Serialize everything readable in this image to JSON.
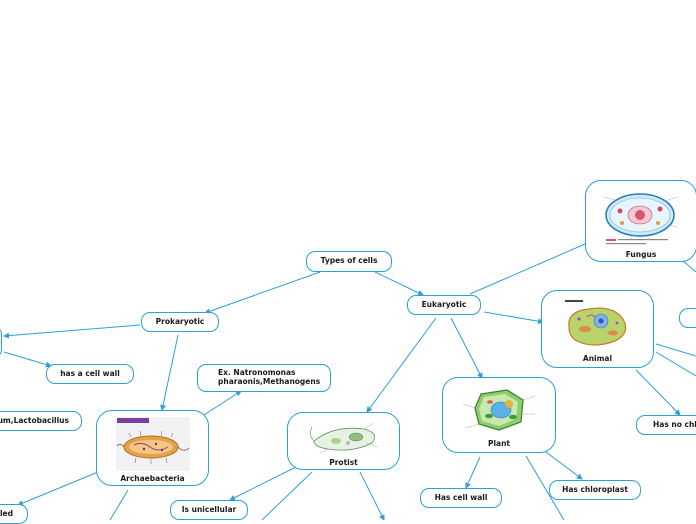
{
  "colors": {
    "connector": "#2e9fd8",
    "node_border": "#2e9fd8",
    "node_fill": "#ffffff",
    "text": "#1a1a1a"
  },
  "nodes": {
    "types_of_cells": "Types of cells",
    "prokaryotic": "Prokaryotic",
    "eukaryotic": "Eukaryotic",
    "has_a_cell_wall": "has a cell wall",
    "lactobacillus_partial": "ium,Lactobacillus",
    "example_archaea": "Ex. Natronomonas pharaonis,Methanogens",
    "archaebacteria": "Archaebacteria",
    "celled_partial": "lled",
    "protist": "Protist",
    "is_unicellular": "Is unicellular",
    "plant": "Plant",
    "has_cell_wall": "Has cell wall",
    "has_chloroplast": "Has chloroplast",
    "animal": "Animal",
    "has_no_chloroplast_partial": "Has no chlo",
    "fungus": "Fungus"
  },
  "images": {
    "archaebacteria": "archaebacteria-diagram",
    "protist": "protist-diagram",
    "plant": "plant-cell-diagram",
    "animal": "animal-cell-diagram",
    "fungus": "fungus-cell-diagram"
  }
}
